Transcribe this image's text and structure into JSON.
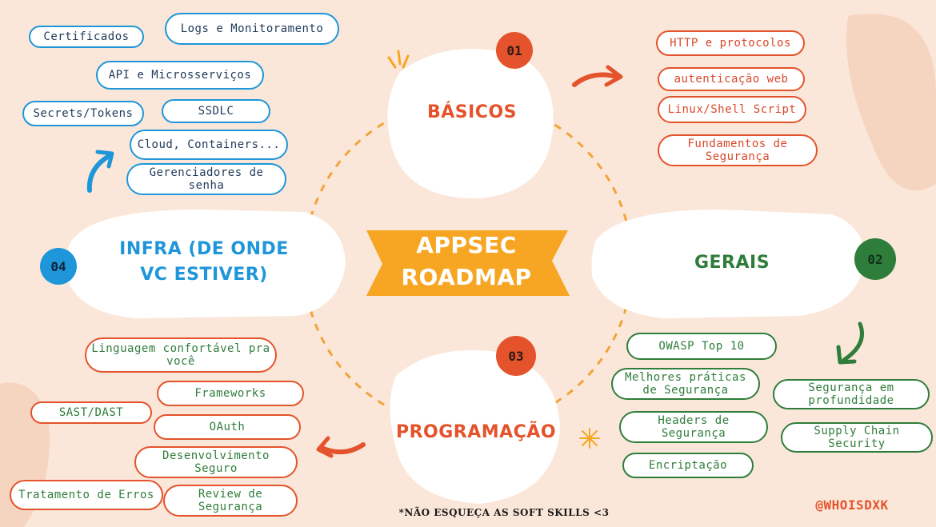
{
  "center": {
    "line1": "APPSEC",
    "line2": "ROADMAP"
  },
  "nodes": {
    "basicos": {
      "num": "01",
      "label": "BÁSICOS"
    },
    "gerais": {
      "num": "02",
      "label": "GERAIS"
    },
    "programacao": {
      "num": "03",
      "label": "PROGRAMAÇÃO"
    },
    "infra": {
      "num": "04",
      "label": "INFRA (DE ONDE VC ESTIVER)"
    }
  },
  "basicos_items": [
    "HTTP e protocolos",
    "autenticação web",
    "Linux/Shell Script",
    "Fundamentos de Segurança"
  ],
  "gerais_items": [
    "OWASP Top 10",
    "Melhores práticas de Segurança",
    "Segurança em profundidade",
    "Headers de Segurança",
    "Supply Chain Security",
    "Encriptação"
  ],
  "programacao_items": [
    "Linguagem confortável pra você",
    "Frameworks",
    "SAST/DAST",
    "OAuth",
    "Desenvolvimento Seguro",
    "Tratamento de Erros",
    "Review de Segurança"
  ],
  "infra_items": [
    "Certificados",
    "Logs e Monitoramento",
    "API e Microsserviços",
    "Secrets/Tokens",
    "SSDLC",
    "Cloud, Containers...",
    "Gerenciadores de senha"
  ],
  "footer": {
    "note": "*NÃO ESQUEÇA AS SOFT SKILLS <3",
    "handle": "@WHOISDXK"
  },
  "colors": {
    "blue": "#1e96d9",
    "orange": "#e4532b",
    "green": "#2f7d3a",
    "ribbon": "#f6a623",
    "background": "#fbe7d9"
  }
}
